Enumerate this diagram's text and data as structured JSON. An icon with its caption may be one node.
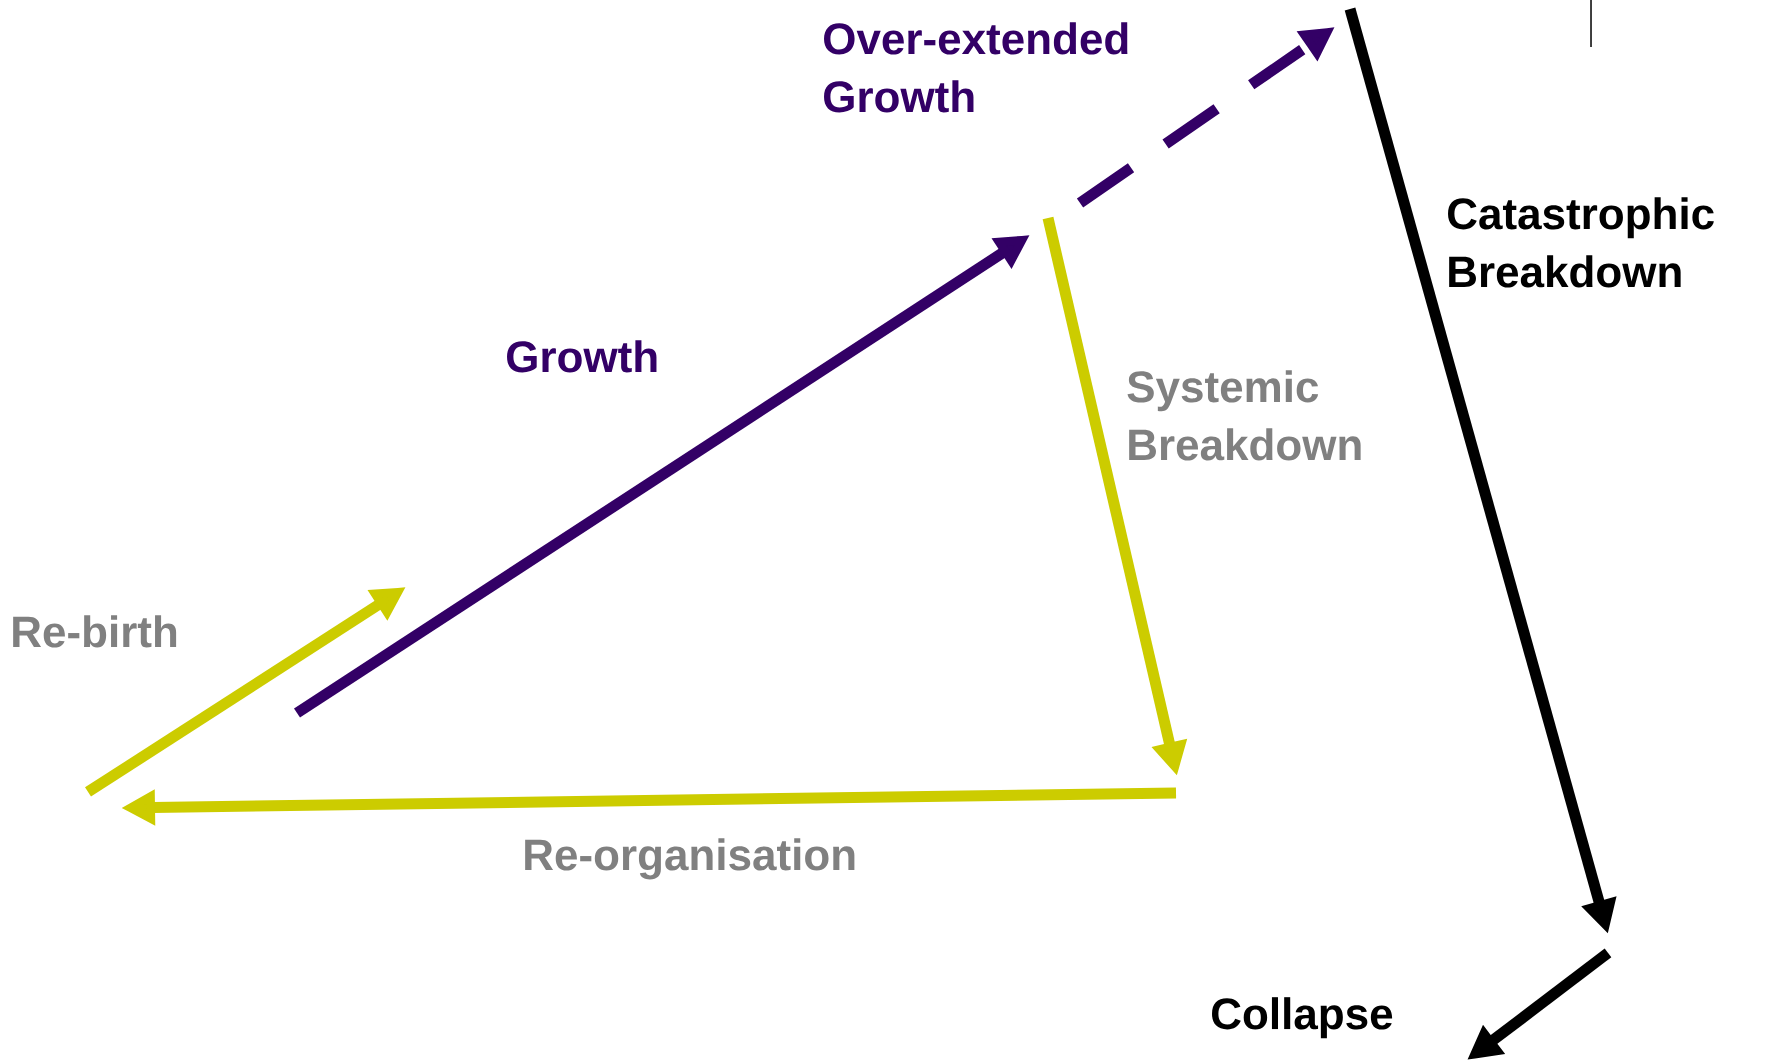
{
  "diagram": {
    "labels": [
      "Over-extended Growth",
      "Catastrophic Breakdown",
      "Growth",
      "Systemic Breakdown",
      "Re-birth",
      "Re-organisation",
      "Collapse"
    ]
  }
}
